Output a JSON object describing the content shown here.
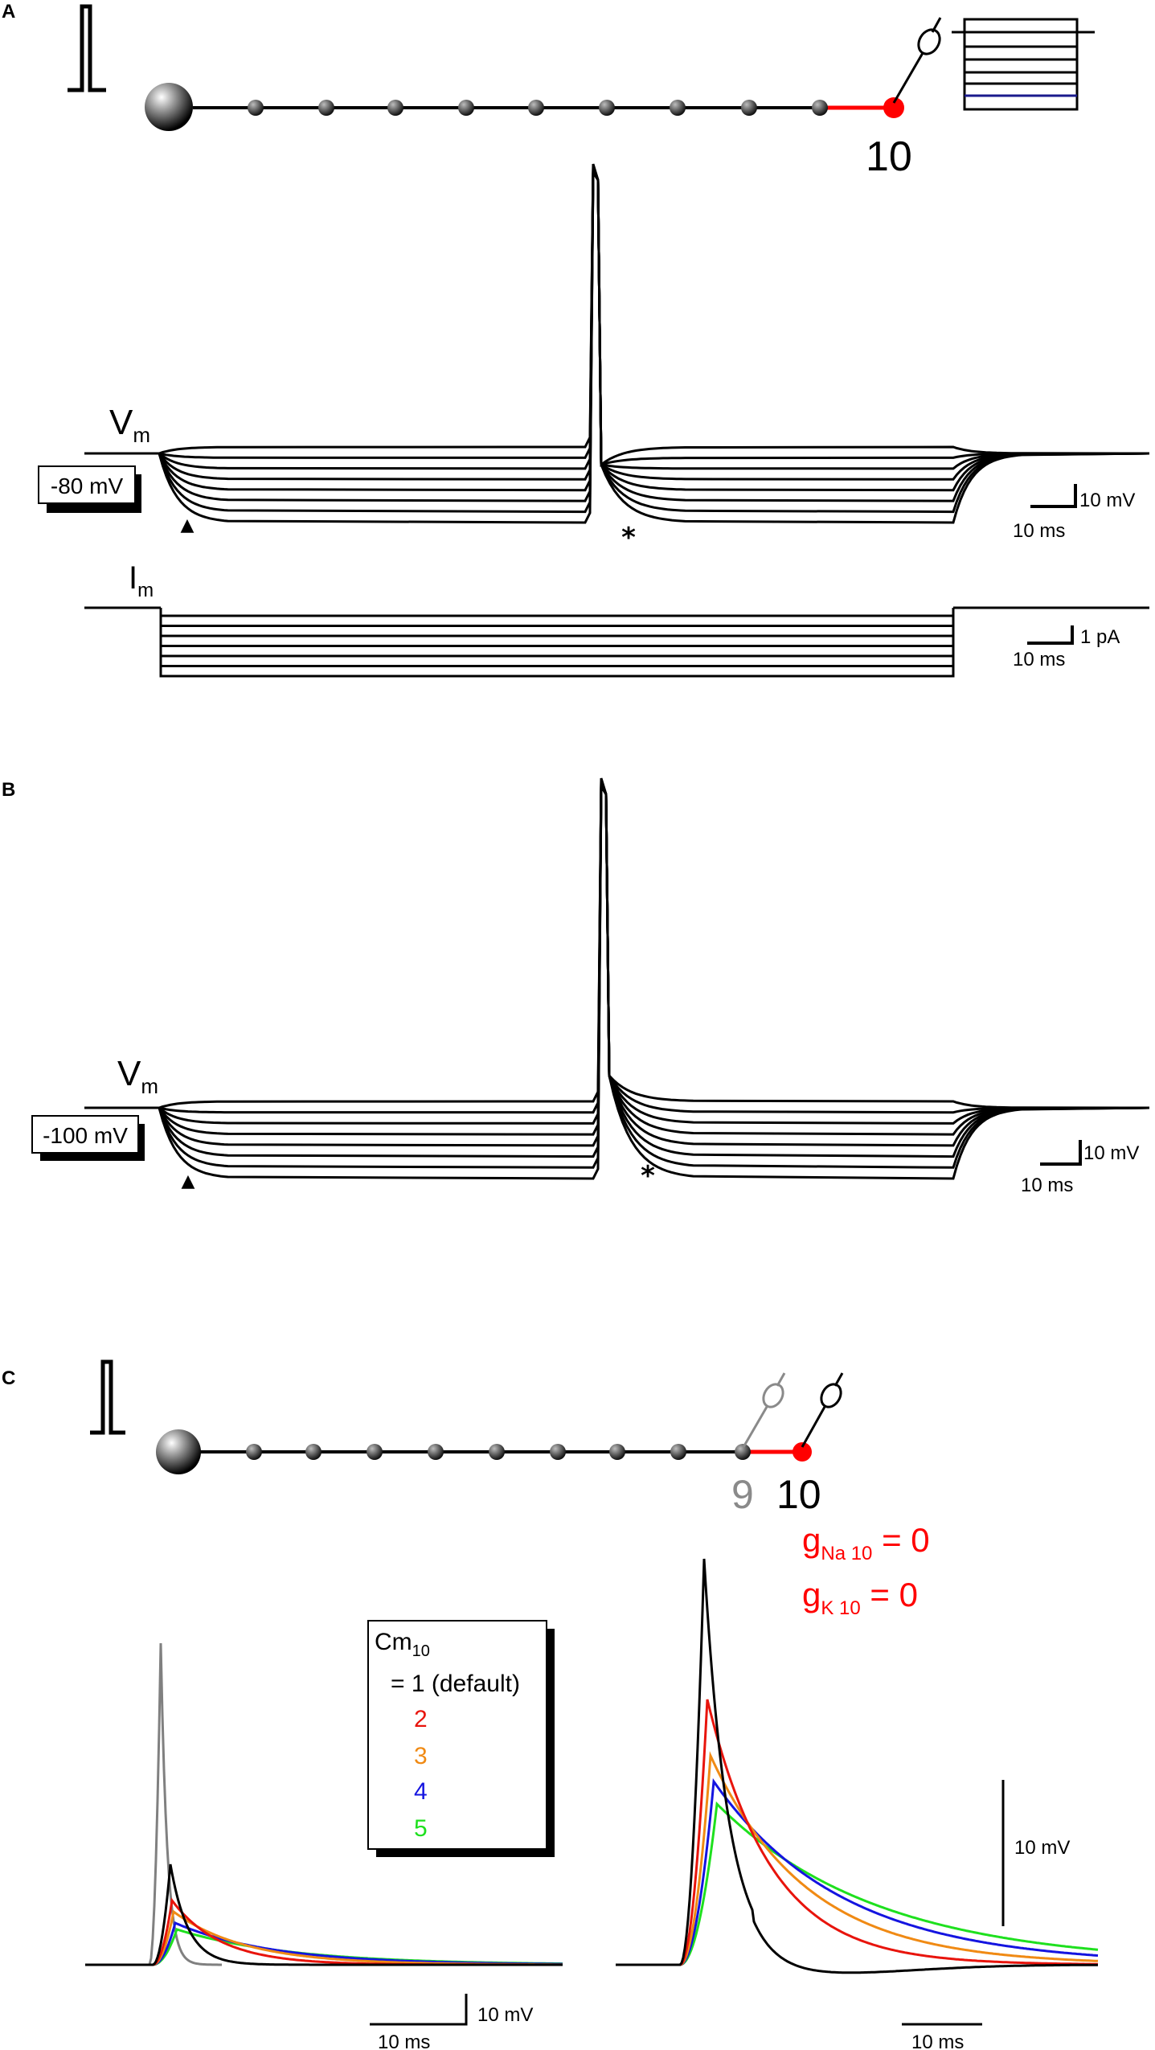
{
  "panels": {
    "A": {
      "label": "A",
      "node_number": "10",
      "vm_label_main": "V",
      "vm_label_sub": "m",
      "baseline_label": "-80 mV",
      "im_label_main": "I",
      "im_label_sub": "m",
      "vm_scalebar": {
        "y_label": "10 mV",
        "x_label": "10 ms"
      },
      "im_scalebar": {
        "y_label": "1 pA",
        "x_label": "10 ms"
      },
      "arrowhead": "▲",
      "asterisk": "*",
      "current_step_count": 7
    },
    "B": {
      "label": "B",
      "vm_label_main": "V",
      "vm_label_sub": "m",
      "baseline_label": "-100 mV",
      "vm_scalebar": {
        "y_label": "10 mV",
        "x_label": "10 ms"
      },
      "arrowhead": "▲",
      "asterisk": "*"
    },
    "C": {
      "label": "C",
      "node_number_9": "9",
      "node_number_10": "10",
      "gna_main": "g",
      "gna_sub": "Na 10",
      "gna_value": " = 0",
      "gk_main": "g",
      "gk_sub": "K 10",
      "gk_value": " = 0",
      "legend": {
        "title_main": "Cm",
        "title_sub": "10",
        "entries": [
          {
            "label": "= 1 (default)",
            "color": "#000000"
          },
          {
            "label": "2",
            "color": "#e8140c"
          },
          {
            "label": "3",
            "color": "#f08a14"
          },
          {
            "label": "4",
            "color": "#1414e0"
          },
          {
            "label": "5",
            "color": "#1ee01e"
          }
        ]
      },
      "left_scalebar": {
        "y_label": "10 mV",
        "x_label": "10 ms"
      },
      "right_scalebar": {
        "y_label": "10 mV",
        "x_label": "10 ms"
      },
      "colors": {
        "node9_trace": "#808080",
        "node10_marker": "#ff0000"
      }
    }
  }
}
